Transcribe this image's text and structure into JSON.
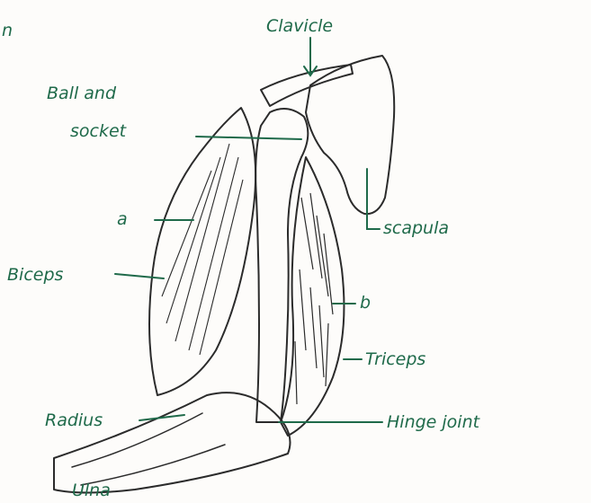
{
  "diagram": {
    "labels": {
      "clavicle": "Clavicle",
      "ball_and_socket_line1": "Ball and",
      "ball_and_socket_line2": "socket",
      "a": "a",
      "scapula": "scapula",
      "biceps": "Biceps",
      "b": "b",
      "triceps": "Triceps",
      "radius": "Radius",
      "hinge_joint": "Hinge joint",
      "ulna": "Ulna",
      "partial_corner": "n"
    },
    "colors": {
      "ink": "#2b2b2b",
      "label_green": "#1f6a4a",
      "muscle_tint": "#e9c9a6",
      "bone_tint": "#f3e6d3",
      "paper": "#fdfcfa"
    }
  }
}
